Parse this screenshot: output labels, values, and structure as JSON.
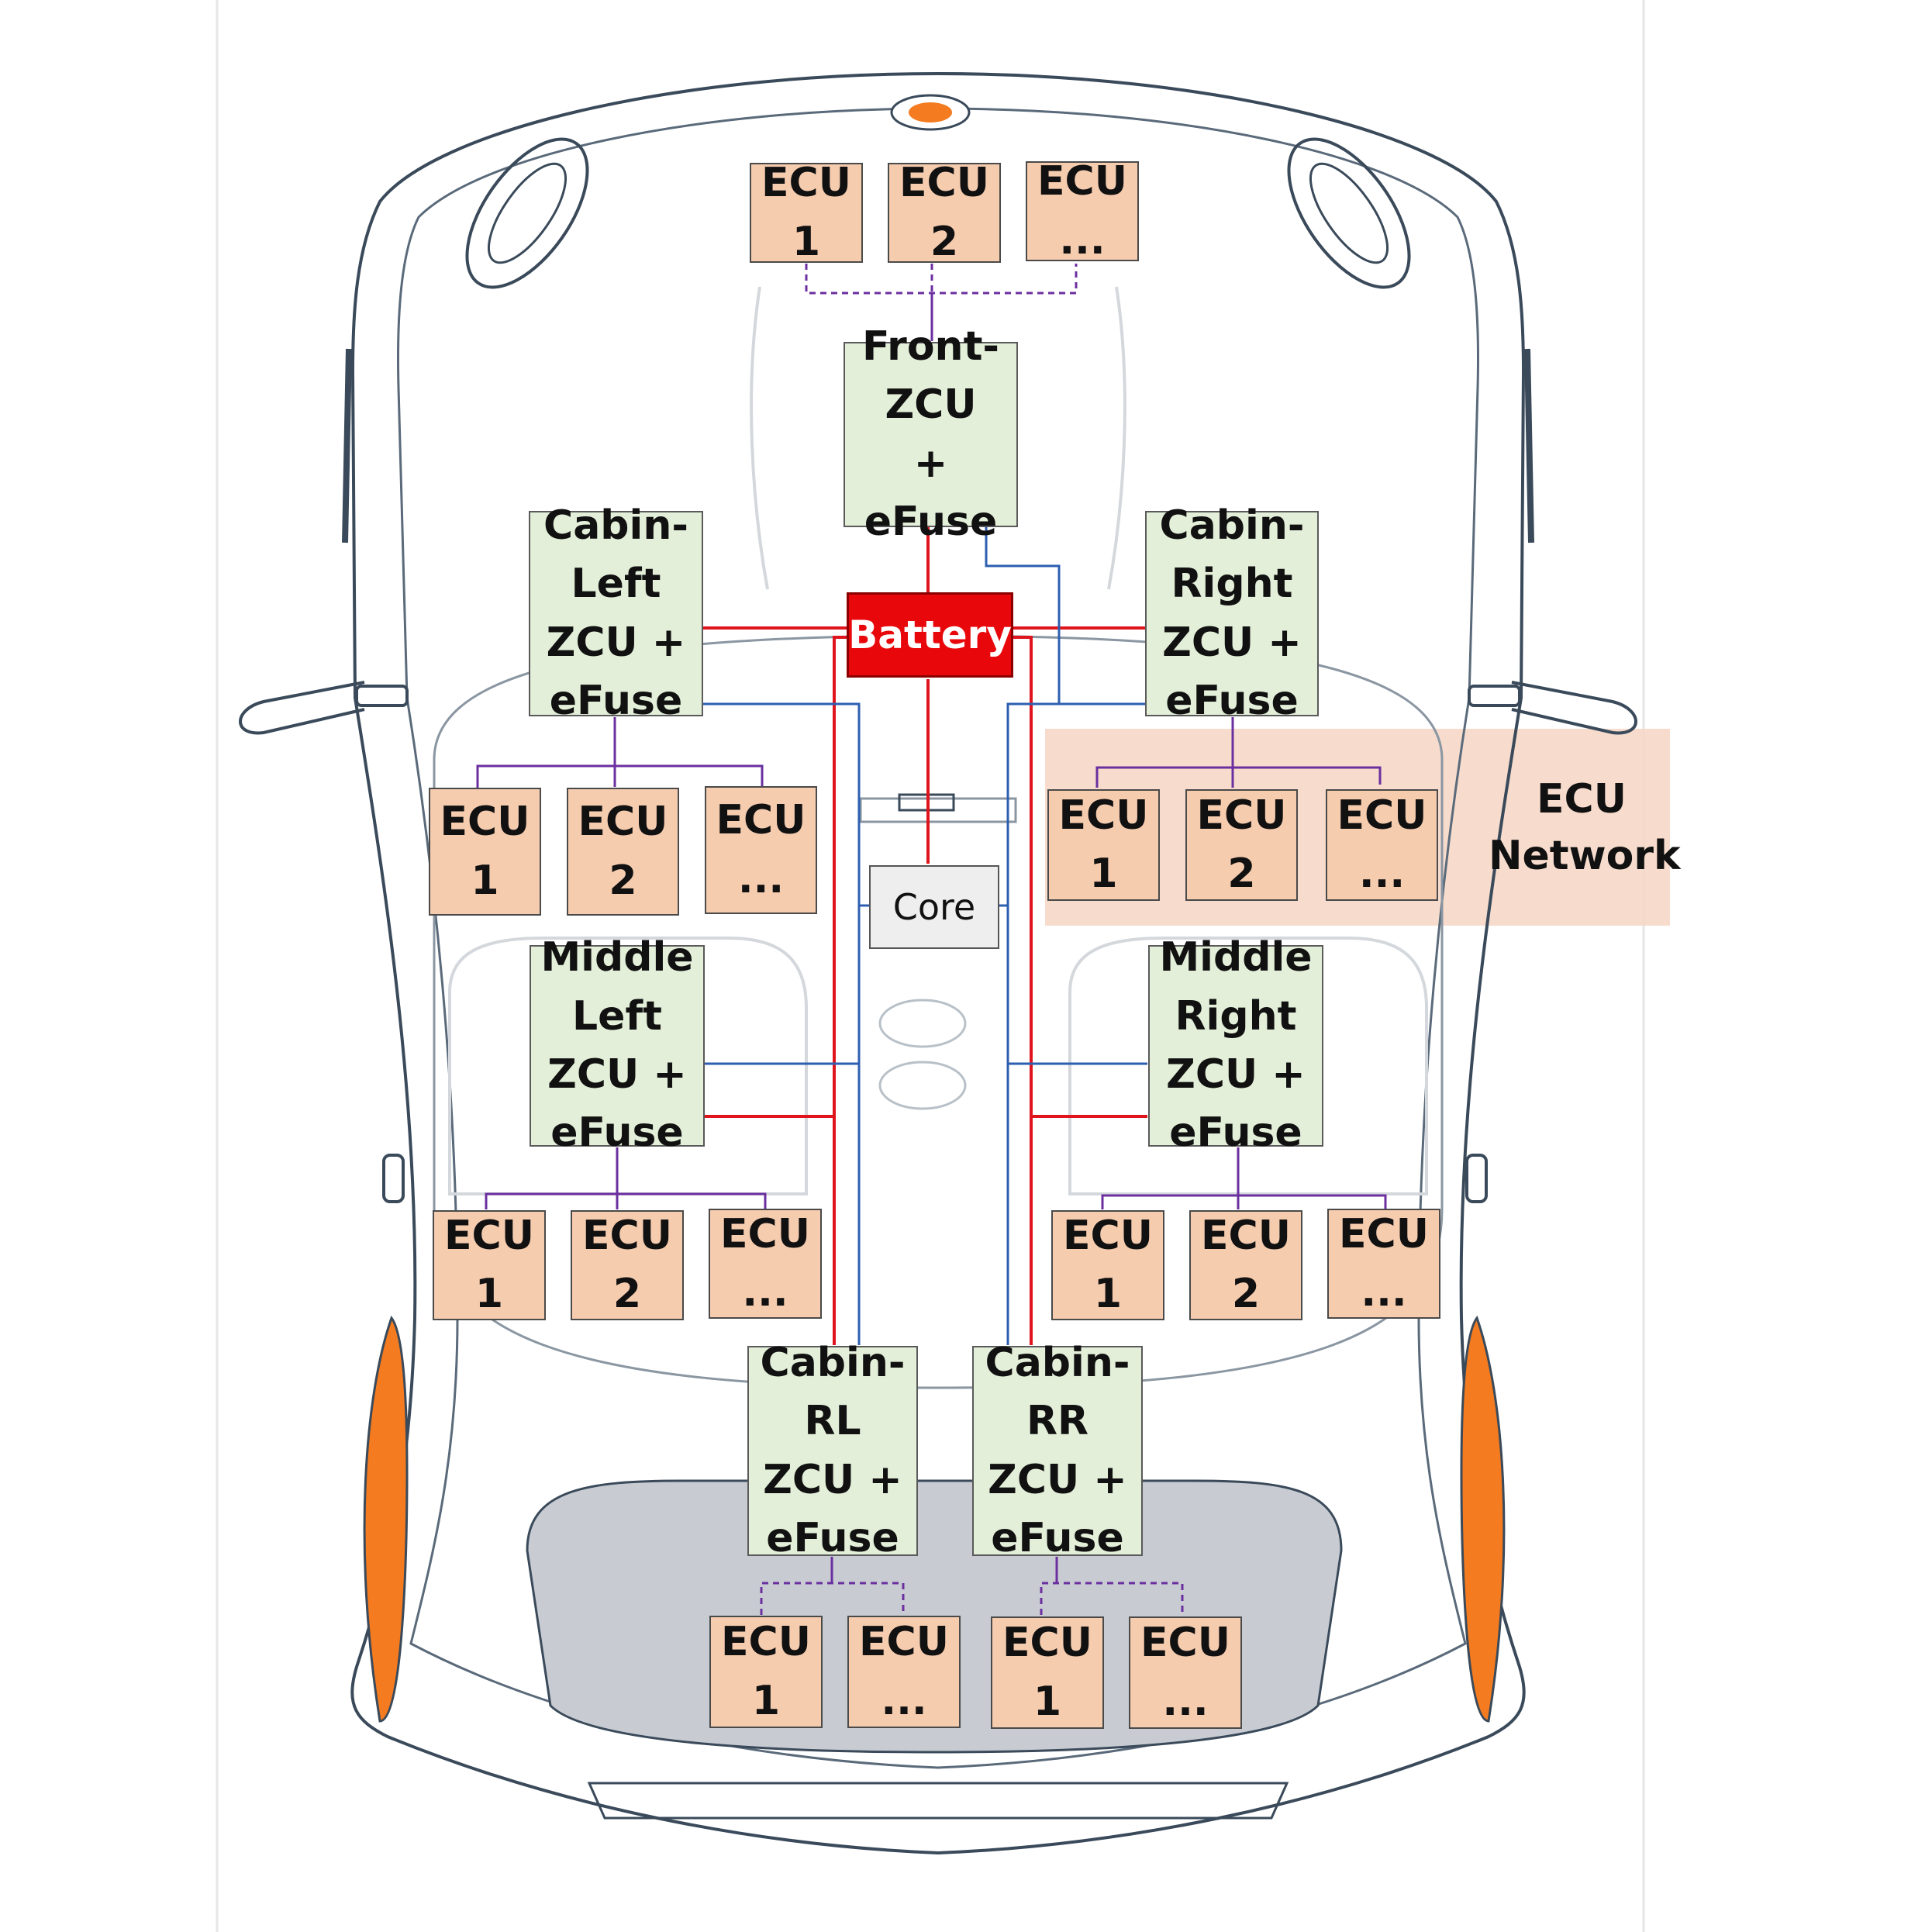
{
  "colors": {
    "ecu_fill": "#f6ccaf",
    "zcu_fill": "#e3efd9",
    "battery_fill": "#e8070b",
    "core_fill": "#eeeeee",
    "power_line": "#e0141c",
    "data_line": "#2d5fb0",
    "ecu_link": "#6b2fa0",
    "highlight": "#f6d6c4",
    "car_outline": "#3a4a5a",
    "light_orange": "#f47b20"
  },
  "zones": {
    "front": {
      "label": "Front-\nZCU\n+ eFuse",
      "ecus": [
        "ECU\n1",
        "ECU\n2",
        "ECU\n..."
      ]
    },
    "cabin_left": {
      "label": "Cabin-\nLeft\nZCU +\neFuse",
      "ecus": [
        "ECU\n1",
        "ECU\n2",
        "ECU\n..."
      ]
    },
    "cabin_right": {
      "label": "Cabin-\nRight\nZCU +\neFuse",
      "ecus": [
        "ECU\n1",
        "ECU\n2",
        "ECU\n..."
      ]
    },
    "middle_left": {
      "label": "Middle\nLeft\nZCU +\neFuse",
      "ecus": [
        "ECU\n1",
        "ECU\n2",
        "ECU\n..."
      ]
    },
    "middle_right": {
      "label": "Middle\nRight\nZCU +\neFuse",
      "ecus": [
        "ECU\n1",
        "ECU\n2",
        "ECU\n..."
      ]
    },
    "cabin_rl": {
      "label": "Cabin-\nRL\nZCU +\neFuse",
      "ecus": [
        "ECU\n1",
        "ECU\n..."
      ]
    },
    "cabin_rr": {
      "label": "Cabin-\nRR\nZCU +\neFuse",
      "ecus": [
        "ECU\n1",
        "ECU\n..."
      ]
    }
  },
  "battery": {
    "label": "Battery"
  },
  "core": {
    "label": "Core"
  },
  "ecu_network": {
    "label": "ECU\nNetwork"
  }
}
